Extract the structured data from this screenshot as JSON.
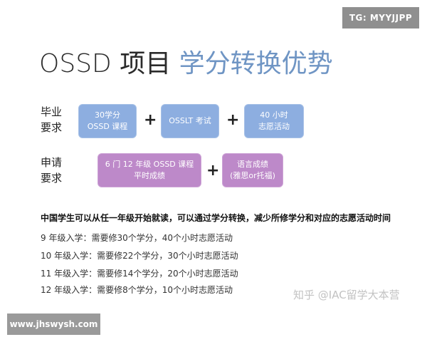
{
  "watermarks": {
    "top": "TG: MYYJJPP",
    "bottom": "www.jhswysh.com",
    "zhihu": "知乎 @IAC留学大本营"
  },
  "title": {
    "part1": "OSSD 项目",
    "part2": "学分转换优势"
  },
  "graduation": {
    "label_line1": "毕业",
    "label_line2": "要求",
    "boxes": [
      {
        "line1": "30学分",
        "line2": "OSSD 课程"
      },
      {
        "line1": "OSSLT 考试",
        "line2": ""
      },
      {
        "line1": "40 小时",
        "line2": "志愿活动"
      }
    ],
    "plus": "+"
  },
  "application": {
    "label_line1": "申请",
    "label_line2": "要求",
    "boxes": [
      {
        "line1": "6 门 12 年级 OSSD 课程",
        "line2": "平时成绩"
      },
      {
        "line1": "语言成绩",
        "line2": "(雅思or托福)"
      }
    ],
    "plus": "+"
  },
  "note": "中国学生可以从任一年级开始就读，可以通过学分转换，减少所修学分和对应的志愿活动时间",
  "grades": [
    "9 年级入学：需要修30个学分，40个小时志愿活动",
    "10 年级入学：需要修22个学分，30个小时志愿活动",
    "11 年级入学：需要修14个学分，20个小时志愿活动",
    "12 年级入学：需要修8个学分，10个小时志愿活动"
  ],
  "colors": {
    "accent": "#6f95c4",
    "blue_box": "#8daee0",
    "purple_box": "#bd89c9"
  }
}
